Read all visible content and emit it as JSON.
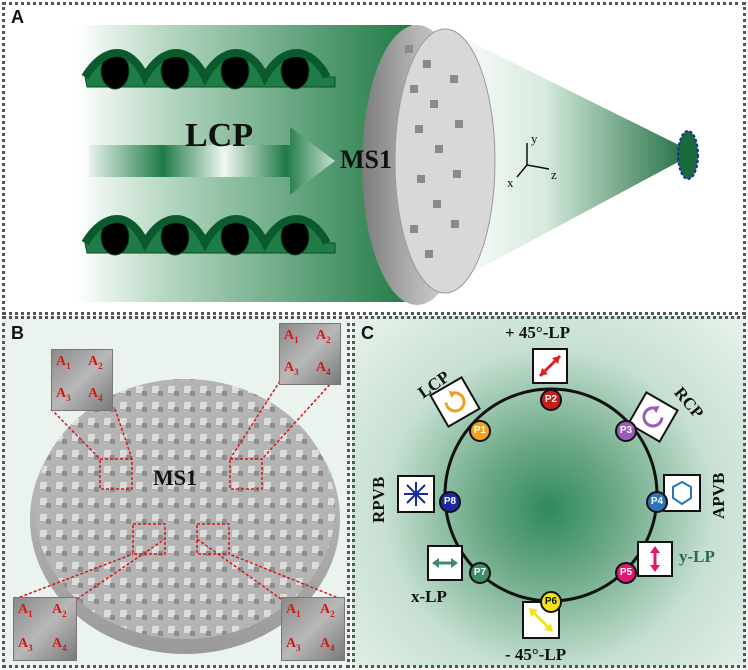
{
  "panel_a": {
    "label": "A",
    "lcp": "LCP",
    "ms1": "MS1",
    "axis_y": "y",
    "axis_x": "x",
    "axis_z": "z"
  },
  "panel_b": {
    "label": "B",
    "ms1": "MS1",
    "inset_labels": [
      "A1",
      "A2",
      "A3",
      "A4"
    ]
  },
  "panel_c": {
    "label": "C",
    "nodes": [
      "P1",
      "P2",
      "P3",
      "P4",
      "P5",
      "P6",
      "P7",
      "P8"
    ],
    "states": {
      "top": "+ 45°-LP",
      "left_top": "LCP",
      "right_top": "RCP",
      "right": "APVB",
      "right_bottom": "y-LP",
      "bottom": "- 45°-LP",
      "left_bottom": "x-LP",
      "left": "RPVB"
    },
    "colors": {
      "P1": "#f0a020",
      "P2": "#c81c1c",
      "P3": "#9a5cb8",
      "P4": "#2a74b8",
      "P5": "#e0186e",
      "P6": "#f2e21c",
      "P7": "#3e8a6a",
      "P8": "#1c2aa0"
    }
  }
}
